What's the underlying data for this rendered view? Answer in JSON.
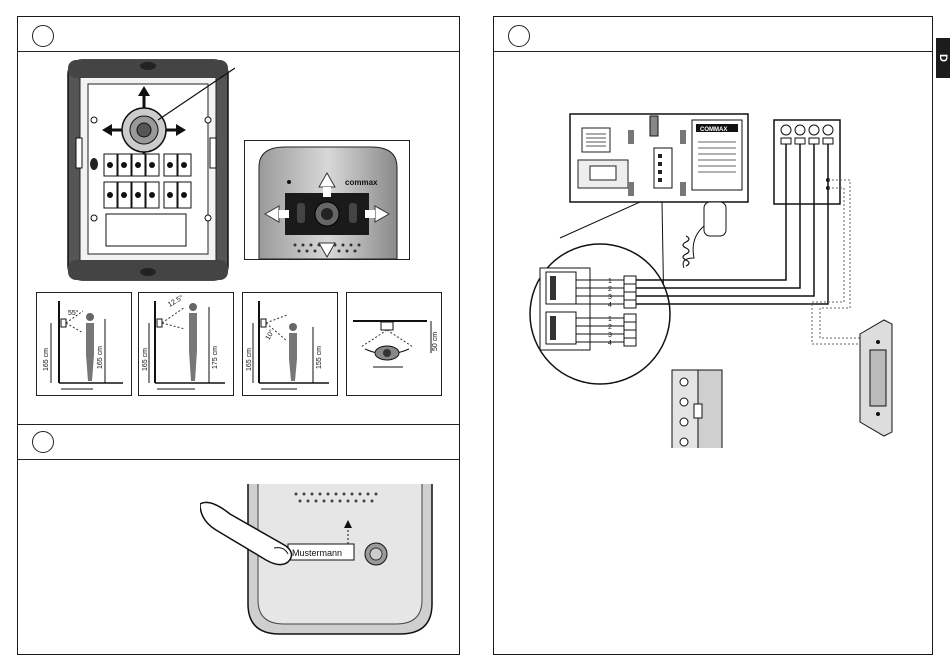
{
  "page": {
    "tab_letter": "D"
  },
  "left_panel": {
    "mount_heights": [
      {
        "angle": "55°",
        "mount": "165 cm",
        "person": "165 cm"
      },
      {
        "angle": "12.5°",
        "mount": "165 cm",
        "person": "175 cm"
      },
      {
        "angle": "10°",
        "mount": "165 cm",
        "person": "155 cm"
      }
    ],
    "horizontal_view": {
      "height": "50 cm"
    },
    "camera_closeup": {
      "brand": "commax"
    },
    "nameplate": {
      "text": "Mustermann"
    }
  },
  "right_panel": {
    "monitor_brand": "COMMAX",
    "wiring_numbers_top": [
      "1",
      "2",
      "3",
      "4"
    ],
    "wiring_numbers_bottom": [
      "1",
      "2",
      "3",
      "4"
    ]
  }
}
